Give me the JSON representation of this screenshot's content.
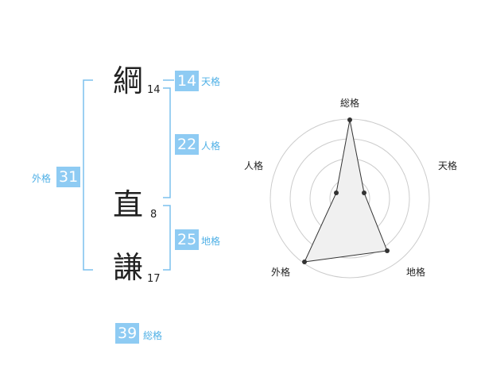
{
  "name": {
    "chars": [
      {
        "char": "綱",
        "strokes": "14"
      },
      {
        "char": "直",
        "strokes": "8"
      },
      {
        "char": "謙",
        "strokes": "17"
      }
    ]
  },
  "kakusu": {
    "tenkaku": {
      "value": "14",
      "label": "天格"
    },
    "jinkaku": {
      "value": "22",
      "label": "人格"
    },
    "chikaku": {
      "value": "25",
      "label": "地格"
    },
    "gaikaku": {
      "value": "31",
      "label": "外格"
    },
    "soukaku": {
      "value": "39",
      "label": "総格"
    }
  },
  "radar": {
    "axes": [
      "総格",
      "天格",
      "地格",
      "外格",
      "人格"
    ],
    "levels": 4
  },
  "colors": {
    "accent": "#8ecbf3",
    "bracket": "#7cc0ee",
    "label": "#4fb0e6",
    "text": "#222222",
    "grid": "#cccccc",
    "fill": "#f0f0f0"
  }
}
